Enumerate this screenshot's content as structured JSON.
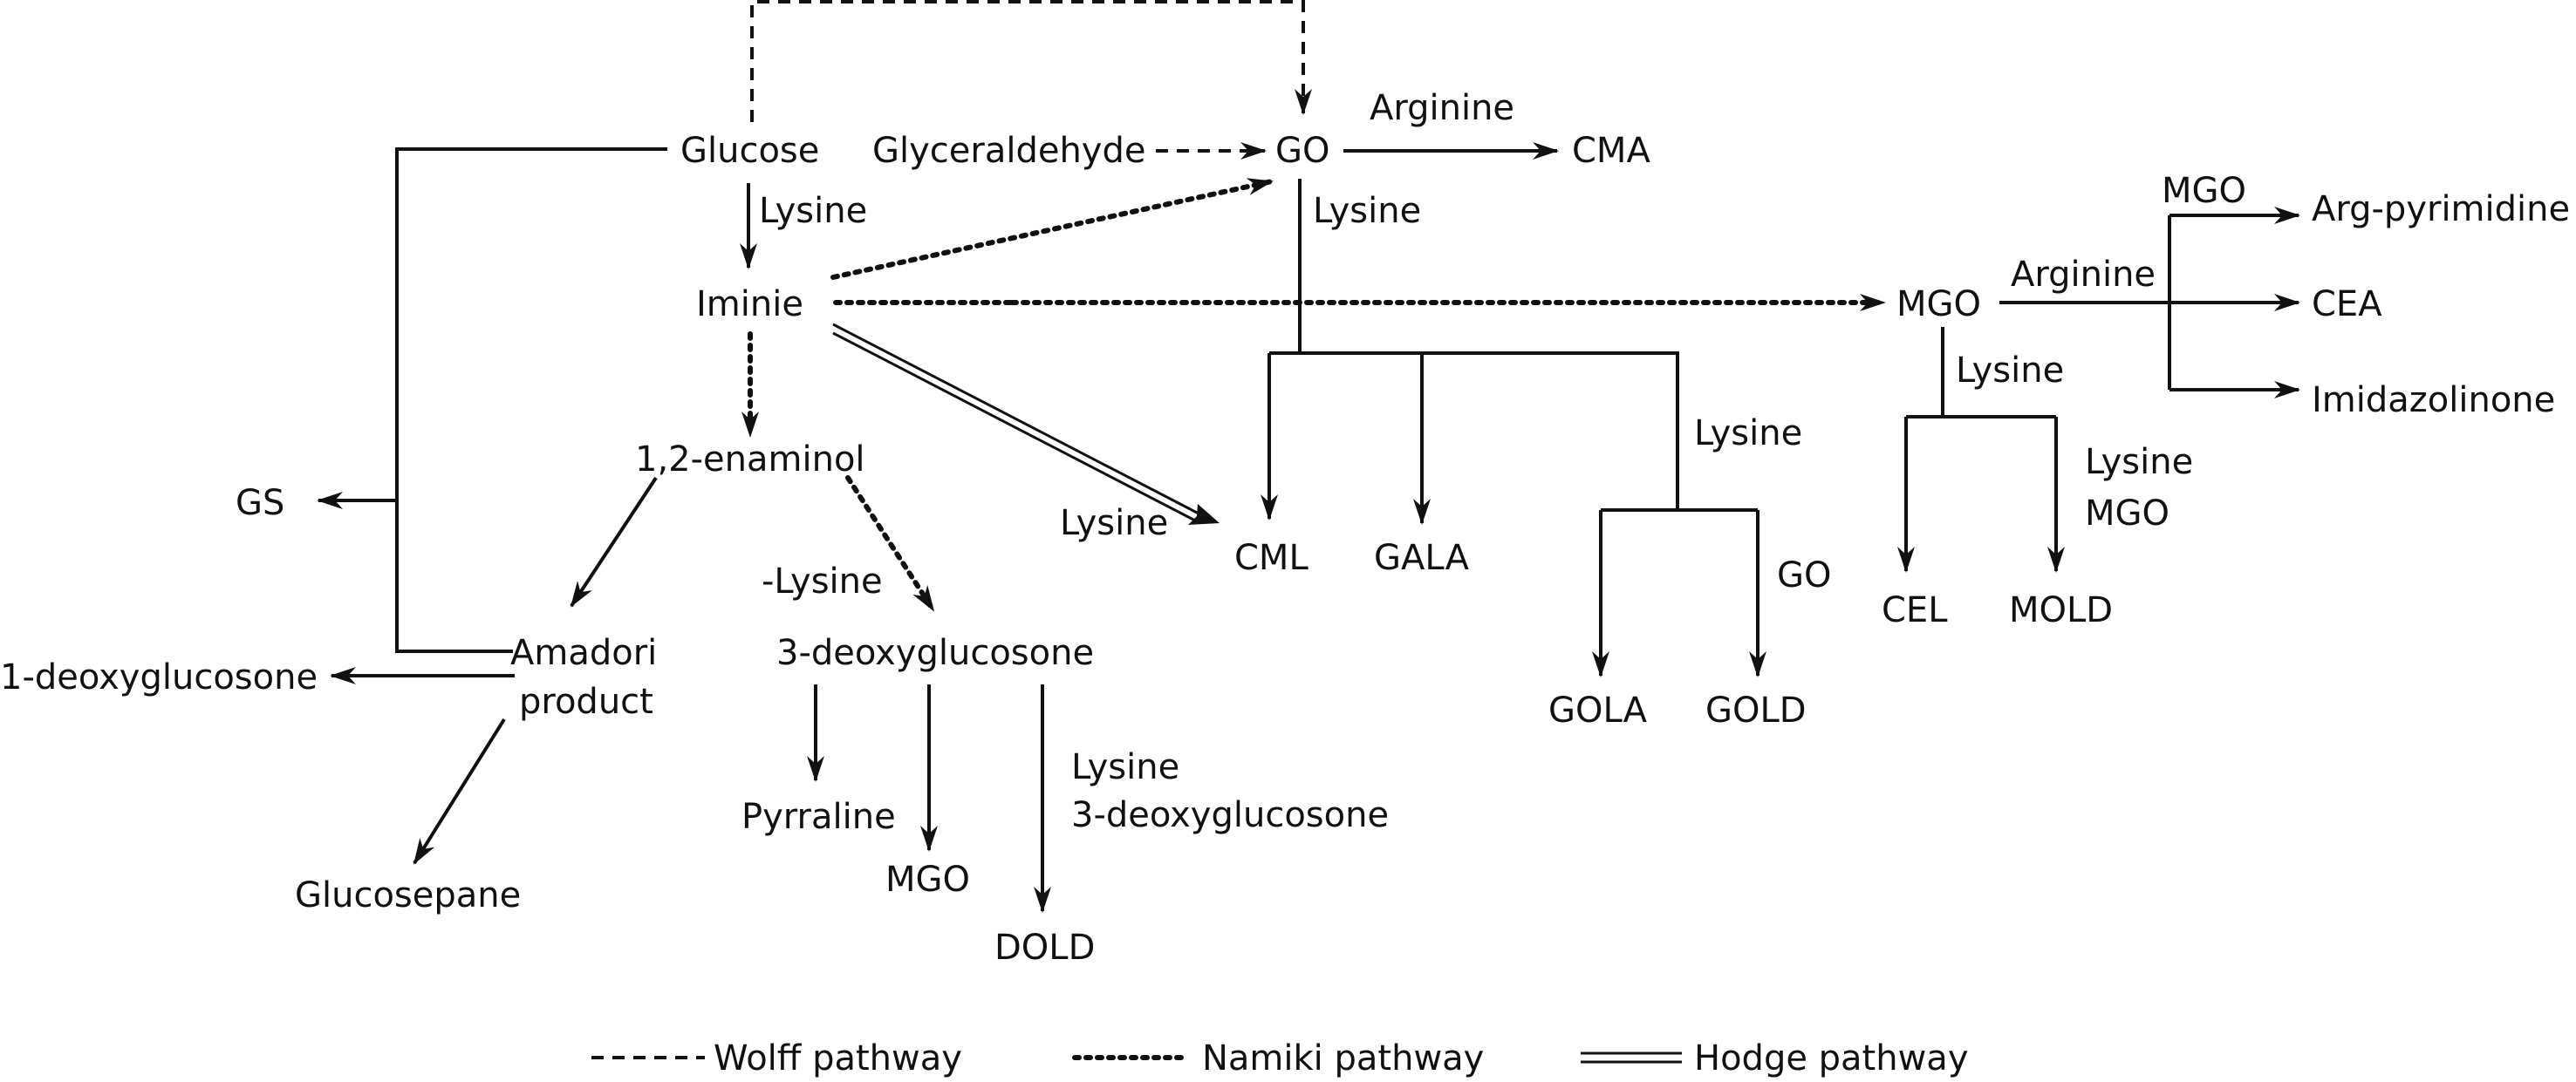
{
  "nodes": {
    "glucose": "Glucose",
    "glyceraldehyde": "Glyceraldehyde",
    "go_top": "GO",
    "cma": "CMA",
    "iminie": "Iminie",
    "mgo_right": "MGO",
    "enaminol": "1,2-enaminol",
    "gs": "GS",
    "amadori_line1": "Amadori",
    "amadori_line2": "product",
    "deoxyglucosone_1": "1-deoxyglucosone",
    "glucosepane": "Glucosepane",
    "deoxyglucosone_3": "3-deoxyglucosone",
    "pyrraline": "Pyrraline",
    "mgo_mid": "MGO",
    "dold": "DOLD",
    "cml": "CML",
    "gala": "GALA",
    "gola": "GOLA",
    "gold": "GOLD",
    "cel": "CEL",
    "mold": "MOLD",
    "arg_pyrimidine": "Arg-pyrimidine",
    "cea": "CEA",
    "imidazolinone": "Imidazolinone"
  },
  "edge_labels": {
    "glucose_lysine": "Lysine",
    "go_arginine": "Arginine",
    "go_lysine": "Lysine",
    "cml_lysine": "Lysine",
    "minus_lysine": "-Lysine",
    "gold_lysine": "Lysine",
    "gold_go": "GO",
    "dold_lysine": "Lysine",
    "dold_3dg": "3-deoxyglucosone",
    "mgo_arginine": "Arginine",
    "mgo_mgo": "MGO",
    "mgo_lysine": "Lysine",
    "mold_lysine": "Lysine",
    "mold_mgo": "MGO"
  },
  "legend": {
    "wolff": "Wolff pathway",
    "namiki": "Namiki pathway",
    "hodge": "Hodge pathway"
  }
}
